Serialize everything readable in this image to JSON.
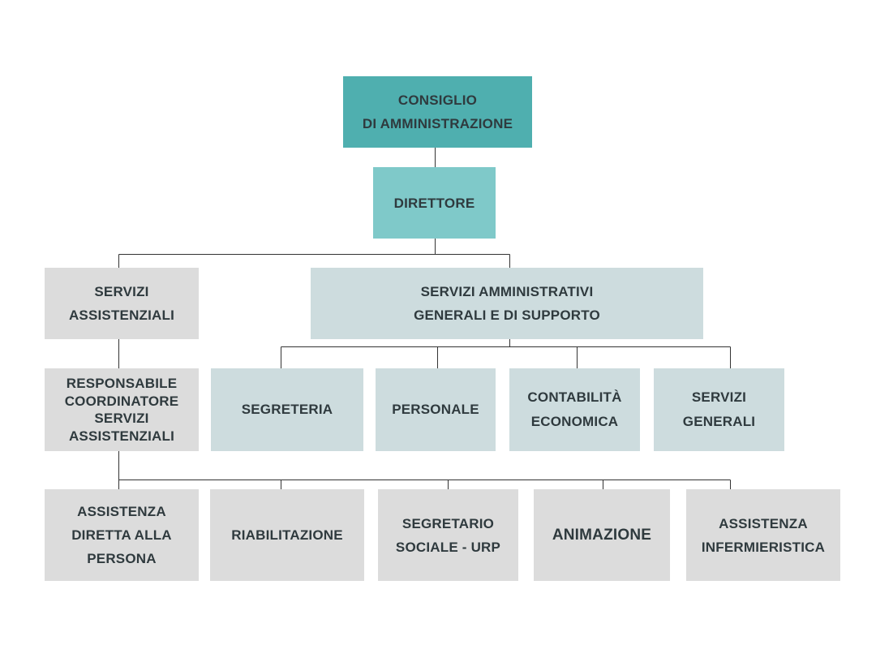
{
  "diagram": {
    "colors": {
      "top_level": "#4fafaf",
      "director": "#7fc9c9",
      "admin_branch": "#cddcde",
      "care_branch": "#dcdcdc",
      "connector": "#333333",
      "text": "#2f3a3e"
    },
    "nodes": {
      "consiglio": [
        "CONSIGLIO",
        "DI AMMINISTRAZIONE"
      ],
      "direttore": [
        "DIRETTORE"
      ],
      "servizi_assistenziali": [
        "SERVIZI",
        "ASSISTENZIALI"
      ],
      "servizi_amministrativi": [
        "SERVIZI AMMINISTRATIVI",
        "GENERALI E DI SUPPORTO"
      ],
      "responsabile": [
        "RESPONSABILE",
        "COORDINATORE",
        "SERVIZI",
        "ASSISTENZIALI"
      ],
      "segreteria": [
        "SEGRETERIA"
      ],
      "personale": [
        "PERSONALE"
      ],
      "contabilita": [
        "CONTABILITÀ",
        "ECONOMICA"
      ],
      "servizi_generali": [
        "SERVIZI",
        "GENERALI"
      ],
      "assistenza_diretta": [
        "ASSISTENZA",
        "DIRETTA ALLA",
        "PERSONA"
      ],
      "riabilitazione": [
        "RIABILITAZIONE"
      ],
      "segretario_sociale": [
        "SEGRETARIO",
        "SOCIALE - URP"
      ],
      "animazione": [
        "ANIMAZIONE"
      ],
      "assistenza_infermieristica": [
        "ASSISTENZA",
        "INFERMIERISTICA"
      ]
    },
    "edges": [
      [
        "consiglio",
        "direttore"
      ],
      [
        "direttore",
        "servizi_assistenziali"
      ],
      [
        "direttore",
        "servizi_amministrativi"
      ],
      [
        "servizi_amministrativi",
        "segreteria"
      ],
      [
        "servizi_amministrativi",
        "personale"
      ],
      [
        "servizi_amministrativi",
        "contabilita"
      ],
      [
        "servizi_amministrativi",
        "servizi_generali"
      ],
      [
        "servizi_assistenziali",
        "responsabile"
      ],
      [
        "responsabile",
        "assistenza_diretta"
      ],
      [
        "responsabile",
        "riabilitazione"
      ],
      [
        "responsabile",
        "segretario_sociale"
      ],
      [
        "responsabile",
        "animazione"
      ],
      [
        "responsabile",
        "assistenza_infermieristica"
      ]
    ]
  }
}
